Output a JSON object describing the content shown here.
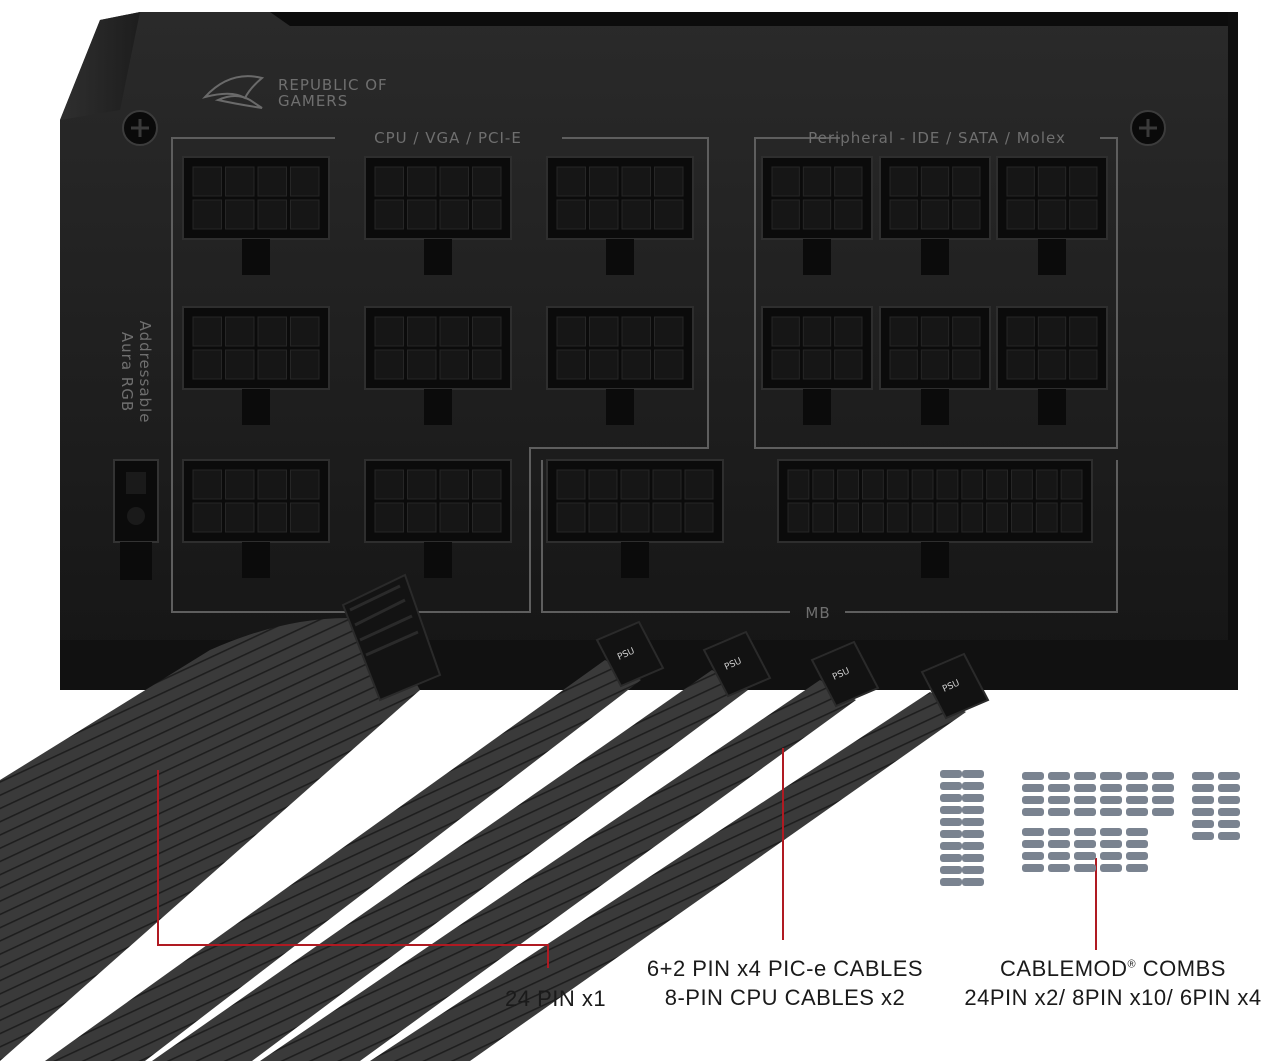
{
  "brand": {
    "line1": "REPUBLIC OF",
    "line2": "GAMERS",
    "logo": "rog-eye-logo"
  },
  "panel": {
    "cpu_vga_label": "CPU / VGA / PCI-E",
    "peripheral_label": "Peripheral - IDE / SATA / Molex",
    "mb_label": "MB",
    "aura_line1": "Addressable",
    "aura_line2": "Aura RGB",
    "connector_badge": "PSU"
  },
  "callouts": {
    "pin24": "24 PIN x1",
    "pcie_line1": "6+2 PIN x4 PIC-e CABLES",
    "pcie_line2": "8-PIN CPU CABLES x2",
    "combs_line1": "CABLEMOD",
    "combs_reg": "®",
    "combs_line1_rest": " COMBS",
    "combs_line2": "24PIN x2/ 8PIN x10/ 6PIN x4"
  },
  "colors": {
    "psu_body": "#1c1c1c",
    "outline": "#5e5e5e",
    "callout_line": "#b01a22",
    "cable": "#3d3d3d",
    "comb": "#6a7380"
  }
}
